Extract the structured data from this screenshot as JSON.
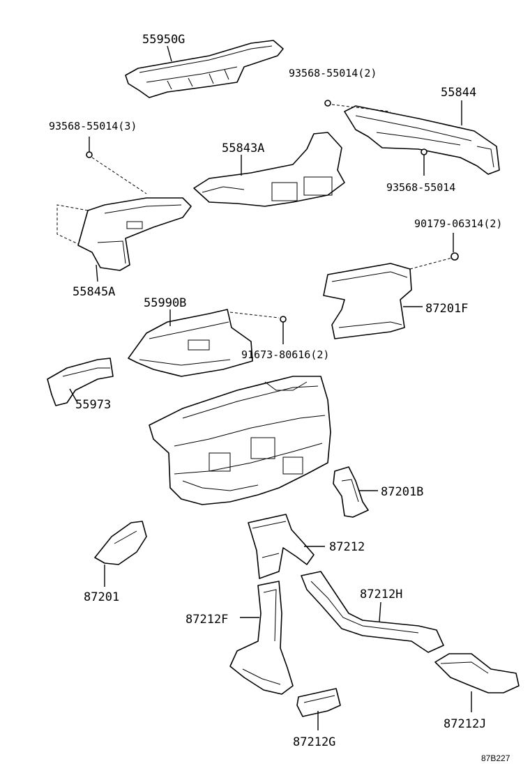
{
  "diagram": {
    "labels": {
      "p55950G": "55950G",
      "p93568_55014_2": "93568-55014(2)",
      "p55844": "55844",
      "p93568_55014_3": "93568-55014(3)",
      "p55843A": "55843A",
      "p93568_55014": "93568-55014",
      "p90179_06314_2": "90179-06314(2)",
      "p55845A": "55845A",
      "p55990B": "55990B",
      "p87201F": "87201F",
      "p91673_80616_2": "91673-80616(2)",
      "p55973": "55973",
      "p87201B": "87201B",
      "p87212": "87212",
      "p87201": "87201",
      "p87212H": "87212H",
      "p87212F": "87212F",
      "p87212J": "87212J",
      "p87212G": "87212G"
    },
    "figure_code": "87B227"
  }
}
